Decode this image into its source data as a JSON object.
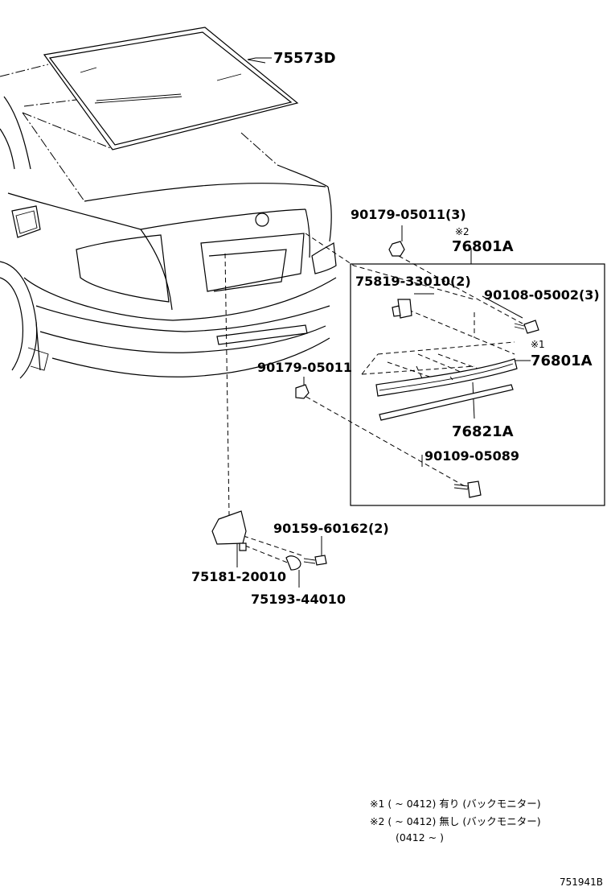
{
  "parts": {
    "glass_weatherstrip": "75573D",
    "nut_top": "90179-05011(3)",
    "garnish_note_mark": "※2",
    "garnish_upper": "76801A",
    "clip": "75819-33010(2)",
    "screw_grommet": "90108-05002(3)",
    "garnish_note_mark_2": "※1",
    "garnish_right": "76801A",
    "nut_single": "90179-05011",
    "garnish_lower": "76821A",
    "bolt_lower": "90109-05089",
    "lamp_screw": "90159-60162(2)",
    "license_lamp": "75181-20010",
    "bulb": "75193-44010"
  },
  "notes": {
    "line1": "※1 (       ~ 0412)  有り (バックモニター)",
    "line2": "※2 (       ~ 0412)  無し (バックモニター)",
    "line3": "(0412 ~       )"
  },
  "reference": "751941B"
}
